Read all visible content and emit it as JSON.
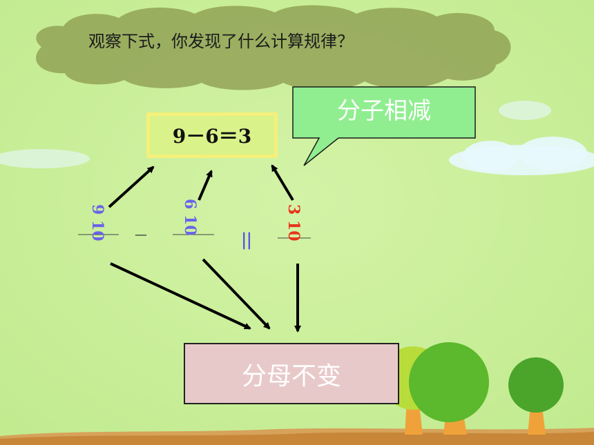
{
  "question": "观察下式，你发现了什么计算规律？",
  "equation": "9－6＝3",
  "callout_top": "分子相减",
  "callout_bottom": "分母不变",
  "fractions": {
    "first": "9 10",
    "second": "6 10",
    "result": "3 10"
  },
  "operators": {
    "minus": "—",
    "equals": "＝"
  },
  "colors": {
    "background": "#c9ee9a",
    "cloud": "#8f9e52",
    "callout": "#90ee90",
    "numerator_blue": "#6a63e8",
    "result_red": "#e8331a",
    "bottom_box": "#e8c9c9"
  }
}
